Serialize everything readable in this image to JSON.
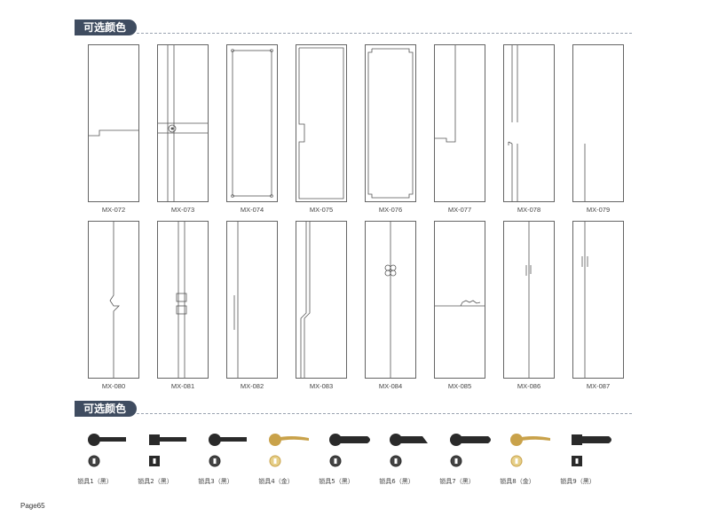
{
  "sections": [
    {
      "title": "可选颜色"
    },
    {
      "title": "可选颜色"
    }
  ],
  "doors_row1": [
    {
      "code": "MX-072",
      "style": "072"
    },
    {
      "code": "MX-073",
      "style": "073"
    },
    {
      "code": "MX-074",
      "style": "074"
    },
    {
      "code": "MX-075",
      "style": "075"
    },
    {
      "code": "MX-076",
      "style": "076"
    },
    {
      "code": "MX-077",
      "style": "077"
    },
    {
      "code": "MX-078",
      "style": "078"
    },
    {
      "code": "MX-079",
      "style": "079"
    }
  ],
  "doors_row2": [
    {
      "code": "MX-080",
      "style": "080"
    },
    {
      "code": "MX-081",
      "style": "081"
    },
    {
      "code": "MX-082",
      "style": "082"
    },
    {
      "code": "MX-083",
      "style": "083"
    },
    {
      "code": "MX-084",
      "style": "084"
    },
    {
      "code": "MX-085",
      "style": "085"
    },
    {
      "code": "MX-086",
      "style": "086"
    },
    {
      "code": "MX-087",
      "style": "087"
    }
  ],
  "locks": [
    {
      "name": "锁具1（黑）",
      "finish": "black",
      "type": "lever-round"
    },
    {
      "name": "锁具2（黑）",
      "finish": "black",
      "type": "lever-square"
    },
    {
      "name": "锁具3（黑）",
      "finish": "black",
      "type": "lever-round"
    },
    {
      "name": "锁具4（金）",
      "finish": "gold",
      "type": "lever-slim"
    },
    {
      "name": "锁具5（黑）",
      "finish": "black",
      "type": "lever-thick"
    },
    {
      "name": "锁具6（黑）",
      "finish": "black",
      "type": "lever-angled"
    },
    {
      "name": "锁具7（黑）",
      "finish": "black",
      "type": "lever-wide"
    },
    {
      "name": "锁具8（金）",
      "finish": "gold",
      "type": "lever-curve"
    },
    {
      "name": "锁具9（黑）",
      "finish": "black",
      "type": "lever-block"
    }
  ],
  "colors": {
    "black": "#2a2a2a",
    "gold": "#c9a24a",
    "header": "#3f4c60"
  },
  "page": {
    "label": "Page65"
  }
}
